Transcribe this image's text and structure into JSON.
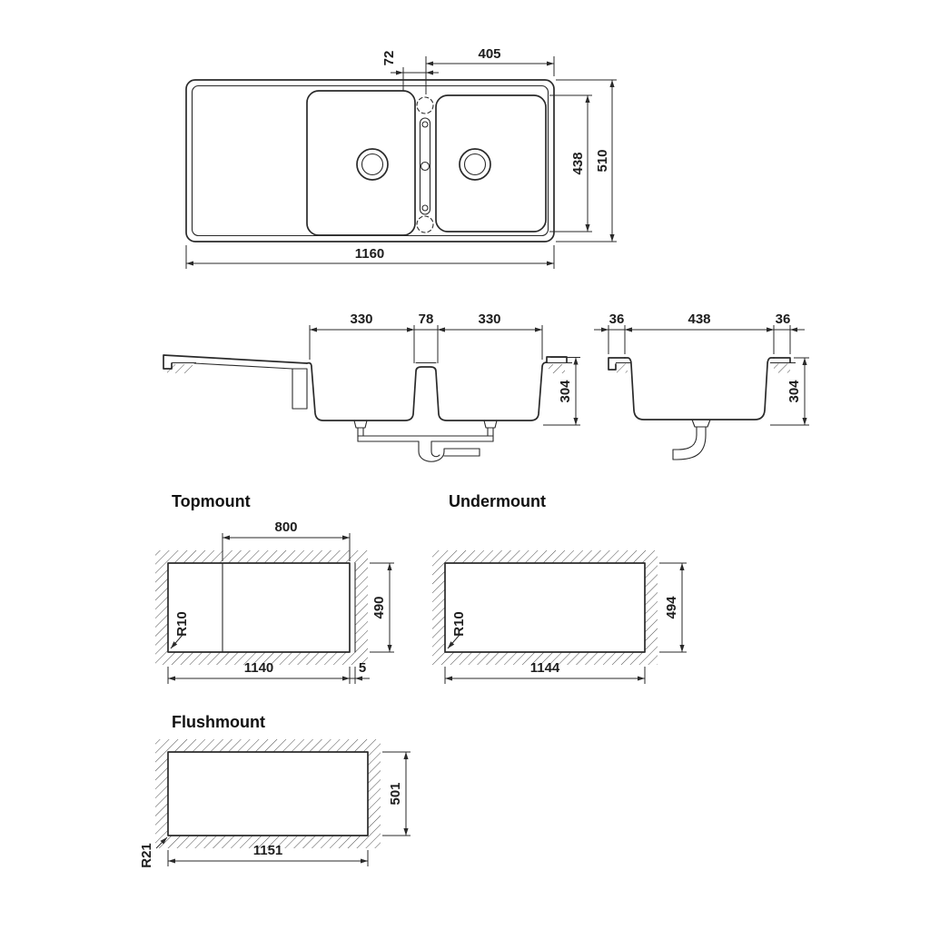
{
  "colors": {
    "line": "#2a2a2a",
    "background": "#ffffff"
  },
  "plan": {
    "dim_tap_to_edge": "405",
    "dim_tap_offset": "72",
    "dim_bowl_span": "438",
    "dim_overall_depth": "510",
    "dim_overall_width": "1160"
  },
  "front": {
    "dim_bowl_left": "330",
    "dim_divider": "78",
    "dim_bowl_right": "330",
    "dim_depth": "304"
  },
  "side": {
    "dim_rim_left": "36",
    "dim_bowl_width": "438",
    "dim_rim_right": "36",
    "dim_depth": "304"
  },
  "topmount": {
    "title": "Topmount",
    "dim_bowl_zone": "800",
    "dim_cutout_depth": "490",
    "dim_cutout_width": "1140",
    "dim_edge_reveal": "5",
    "corner_radius": "R10"
  },
  "undermount": {
    "title": "Undermount",
    "dim_cutout_depth": "494",
    "dim_cutout_width": "1144",
    "corner_radius": "R10"
  },
  "flushmount": {
    "title": "Flushmount",
    "dim_cutout_depth": "501",
    "dim_cutout_width": "1151",
    "corner_radius": "R21"
  }
}
